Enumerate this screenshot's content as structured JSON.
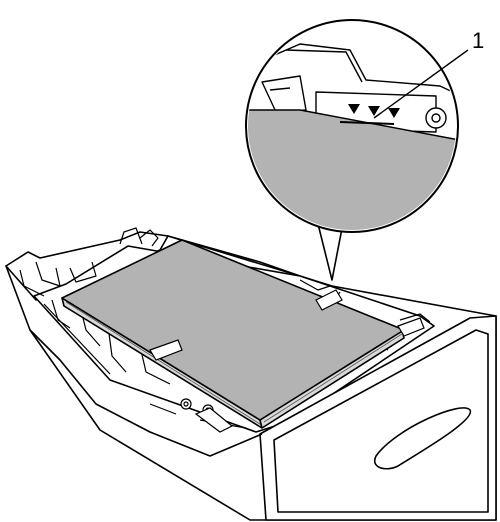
{
  "figure": {
    "callouts": [
      {
        "label": "1"
      }
    ],
    "colors": {
      "paper": "#b3b3b3",
      "tray": "#ffffff",
      "outline": "#000000"
    },
    "icons": [
      "paper-tray",
      "paper-stack",
      "magnifier-circle",
      "max-paper-mark-triangles"
    ]
  }
}
